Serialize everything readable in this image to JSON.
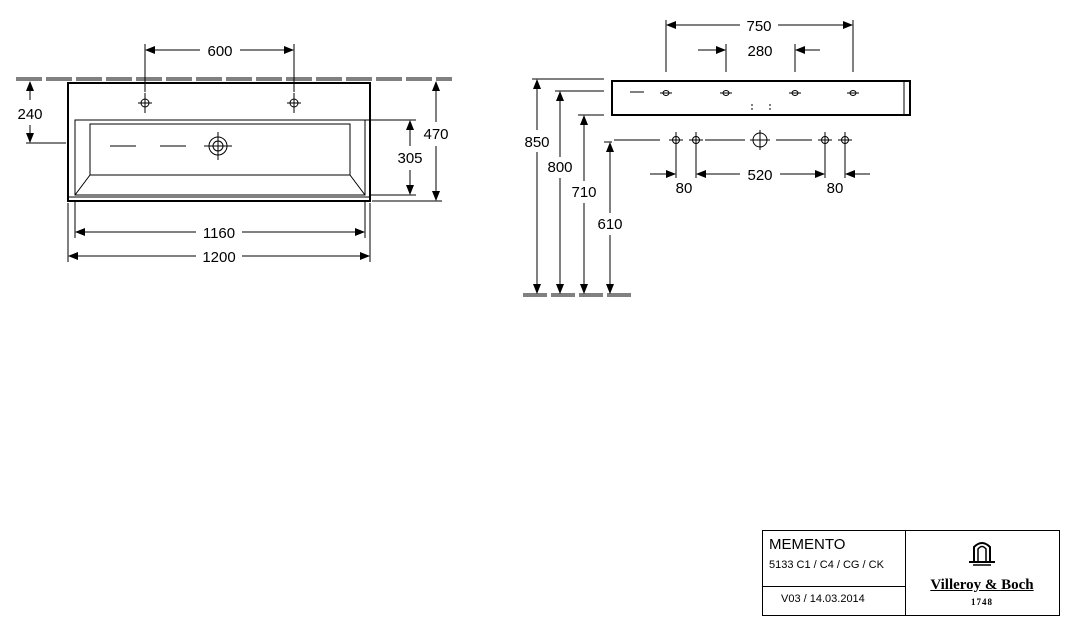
{
  "drawing": {
    "front_view": {
      "dim_tap_spacing": "600",
      "dim_height_240": "240",
      "dim_height_470": "470",
      "dim_height_305": "305",
      "dim_inner_width": "1160",
      "dim_outer_width": "1200"
    },
    "side_view": {
      "dim_depth": "750",
      "dim_280": "280",
      "dim_850": "850",
      "dim_800": "800",
      "dim_710": "710",
      "dim_610": "610",
      "dim_80_left": "80",
      "dim_520": "520",
      "dim_80_right": "80"
    }
  },
  "title_block": {
    "product_name": "MEMENTO",
    "article_codes": "5133 C1 / C4 / CG / CK",
    "version": "V03 / 14.03.2014",
    "brand": "Villeroy & Boch",
    "brand_year": "1748",
    "logo_icon": "villeroy-boch-arch-icon"
  }
}
